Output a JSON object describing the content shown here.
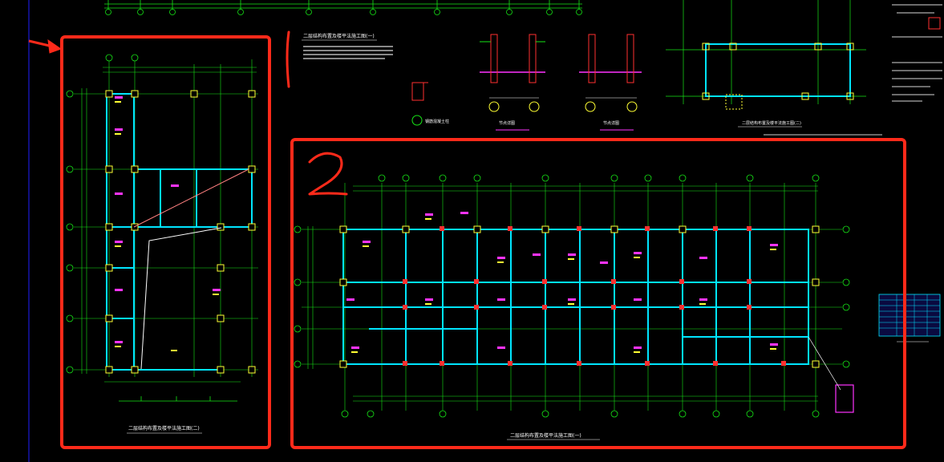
{
  "viewer": {
    "background": "#000000",
    "colors": {
      "grid": "#16e616",
      "wall": "#00e5ff",
      "column": "#ffff33",
      "rebar": "#ff3030",
      "text_note": "#ff33ff",
      "text_plain": "#ffffff",
      "highlight": "#ff2a1a",
      "guide": "#2020ff"
    }
  },
  "drawings": {
    "left_plan": {
      "title": "二层结构布置及楼平法施工图(二)"
    },
    "main_plan": {
      "title": "二层结构布置及楼平法施工图(一)"
    },
    "top_left_note": {
      "title": "二层结构布置及楼平法施工图(一)"
    },
    "top_right_plan": {
      "title": "二层结构布置及楼平法施工图(二)"
    },
    "section_1": {
      "title": "节点详图"
    },
    "section_2": {
      "title": "节点详图"
    },
    "legend_item": {
      "label": "钢筋混凝土柱"
    }
  },
  "annotations": {
    "markup_1": "1",
    "markup_2": "2"
  },
  "icons": [
    "arrow-icon",
    "circle-marker-icon"
  ]
}
